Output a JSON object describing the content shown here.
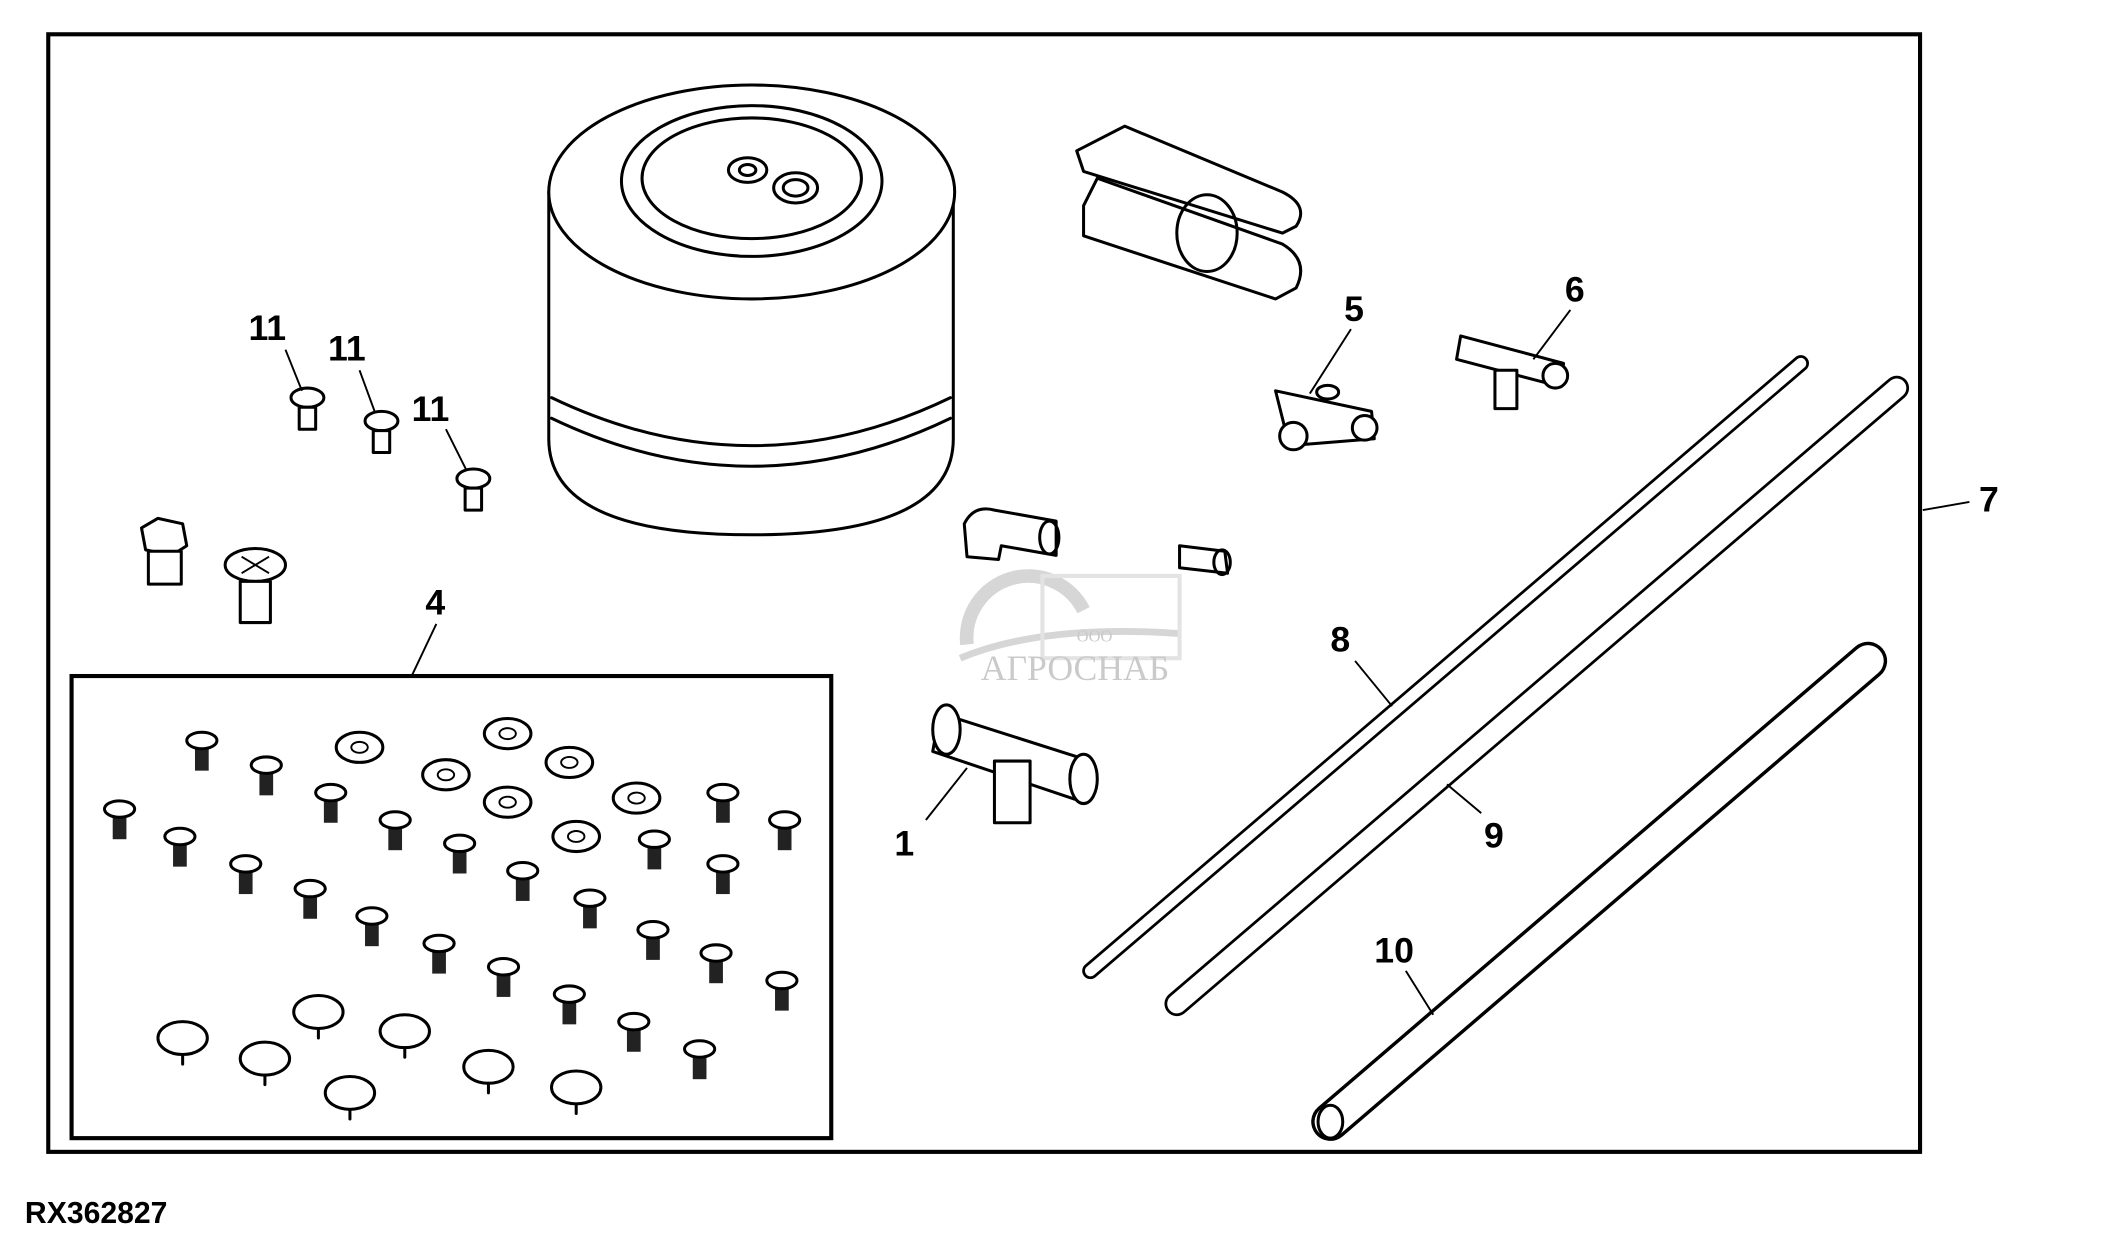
{
  "drawing_code": "RX362827",
  "watermark": {
    "prefix": "ООО",
    "name": "АГРОСНАБ"
  },
  "callouts": [
    {
      "id": "1",
      "text": "1"
    },
    {
      "id": "4",
      "text": "4"
    },
    {
      "id": "5",
      "text": "5"
    },
    {
      "id": "6",
      "text": "6"
    },
    {
      "id": "7",
      "text": "7"
    },
    {
      "id": "8",
      "text": "8"
    },
    {
      "id": "9",
      "text": "9"
    },
    {
      "id": "10",
      "text": "10"
    },
    {
      "id": "11a",
      "text": "11"
    },
    {
      "id": "11b",
      "text": "11"
    },
    {
      "id": "11c",
      "text": "11"
    }
  ]
}
